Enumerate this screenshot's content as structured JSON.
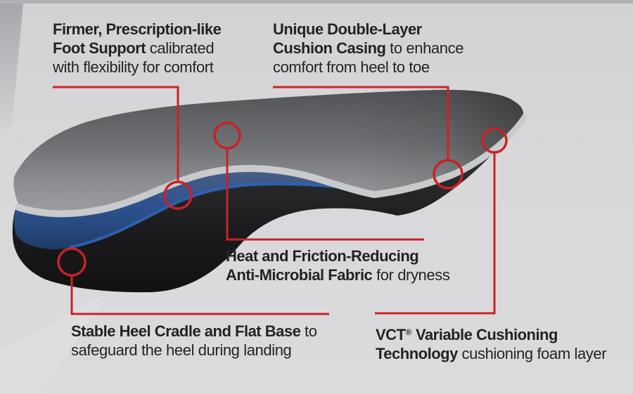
{
  "colors": {
    "accent_red": "#ca2128",
    "background": "#d8d8da",
    "text": "#262223",
    "top_fabric_gray": "#6f7073",
    "edge_rim_gray": "#c9cacc",
    "cushion_blue": "#2e5290",
    "cushion_blue_highlight": "#2f63b2",
    "base_foam_black": "#1c1c1e"
  },
  "callouts": [
    {
      "name": "foot-support",
      "lines": [
        {
          "bold": "Firmer, Prescription-like",
          "rest": ""
        },
        {
          "bold": "Foot Support",
          "rest": " calibrated"
        },
        {
          "bold": "",
          "rest": "with flexibility for comfort"
        }
      ]
    },
    {
      "name": "cushion-casing",
      "lines": [
        {
          "bold": "Unique Double-Layer",
          "rest": ""
        },
        {
          "bold": "Cushion Casing",
          "rest": " to enhance"
        },
        {
          "bold": "",
          "rest": "comfort from heel to toe"
        }
      ]
    },
    {
      "name": "anti-microbial-fabric",
      "lines": [
        {
          "bold": "Heat and Friction-Reducing",
          "rest": ""
        },
        {
          "bold": "Anti-Microbial Fabric",
          "rest": " for dryness"
        }
      ]
    },
    {
      "name": "heel-cradle",
      "lines": [
        {
          "bold": "Stable Heel Cradle and Flat Base",
          "rest": " to"
        },
        {
          "bold": "",
          "rest": "safeguard the heel during landing"
        }
      ]
    },
    {
      "name": "vct",
      "lines": [
        {
          "bold": "VCT",
          "sup": "®",
          "bold2": " Variable Cushioning",
          "rest": ""
        },
        {
          "bold": "Technology",
          "rest": " cushioning foam layer"
        }
      ]
    }
  ]
}
